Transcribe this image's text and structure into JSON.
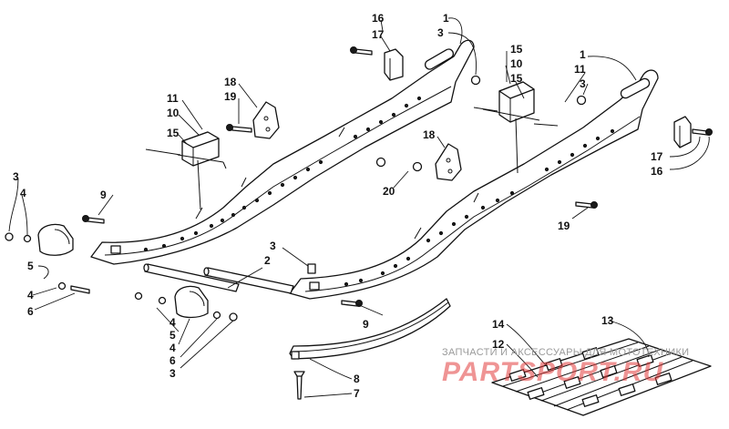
{
  "watermark": {
    "caption": "ЗАПЧАСТИ И АКСЕССУАРЫ ДЛЯ МОТОТЕХНИКИ",
    "brand": "PARTSPORT.RU"
  },
  "callouts": {
    "c1a": "1",
    "c1b": "1",
    "c2": "2",
    "c3a": "3",
    "c3b": "3",
    "c3c": "3",
    "c3d": "3",
    "c3e": "3",
    "c4a": "4",
    "c4b": "4",
    "c4c": "4",
    "c4d": "4",
    "c5a": "5",
    "c5b": "5",
    "c6a": "6",
    "c6b": "6",
    "c7": "7",
    "c8": "8",
    "c9a": "9",
    "c9b": "9",
    "c10a": "10",
    "c10b": "10",
    "c11a": "11",
    "c11b": "11",
    "c12": "12",
    "c13": "13",
    "c14": "14",
    "c15a": "15",
    "c15b": "15",
    "c15c": "15",
    "c16a": "16",
    "c16b": "16",
    "c17a": "17",
    "c17b": "17",
    "c18a": "18",
    "c18b": "18",
    "c19a": "19",
    "c19b": "19",
    "c20": "20"
  }
}
